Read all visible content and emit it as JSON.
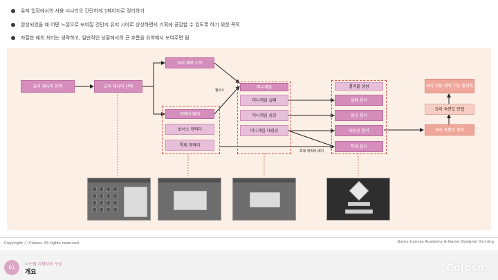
{
  "bullets": [
    "유저 입장에서의 사용 시나리오 간단하게 1페이지로 정리하기",
    "완성되었을 때 어떤 느낌으로 보여질 것인지 유저 시야로 상상하면서 기획에 공감할 수 있도록 하기 위한 목적",
    "자잘한 예외 처리는 생략하고, 일반적인 상황에서의 큰 흐름을 요약해서 보여주면 됨"
  ],
  "nodes": {
    "start": "요리 레시피 등록",
    "select": "요리 레시피 선택",
    "ingredient": "요리 재료 소모",
    "char_place": "캐릭터 배치",
    "bonus": "보너스 캐릭터",
    "special": "특제 캐릭터",
    "minigame": "미니게임",
    "mg_fail": "미니게임 실패",
    "mg_success": "미니게임 성공",
    "mg_great": "미니게임 대성공",
    "result": "결과물 생성",
    "fail_food": "실패 음식",
    "success_food": "성공 음식",
    "great_food": "대성공 음식",
    "special_food": "특제 음식",
    "cook_done": "요리 숙련도 획득",
    "mastery": "요리 숙련도 만렙",
    "unlock": "요리 자동 제작 기능 활성화"
  },
  "edge_labels": {
    "required": "필수X",
    "special_place": "특제 캐릭터 배치"
  },
  "footer": {
    "copyright": "Copyright ⓒ Coloso. All rights reserved.",
    "credit": "Game Canvas Academy & Game Designer Yunning"
  },
  "section": {
    "number": "01",
    "subtitle": "시스템 기획서의 구성",
    "title": "개요"
  },
  "brand": "Coloso.",
  "colors": {
    "diagram_bg": "#fcefe5",
    "node_pink": "#d58ebb",
    "node_light": "#e7bfd9",
    "node_salmon": "#f0a79b",
    "node_rose": "#f6cec6",
    "group_border": "#d9534f"
  }
}
